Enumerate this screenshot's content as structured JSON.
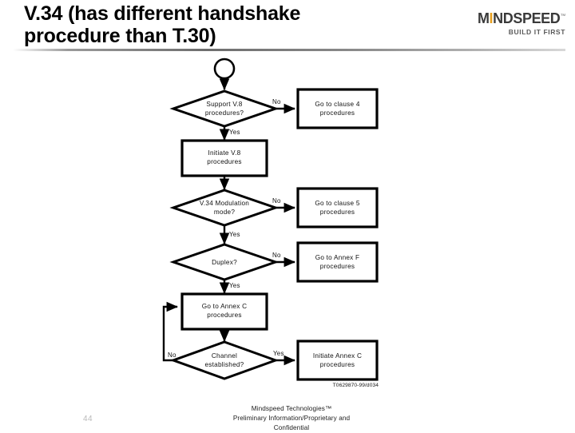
{
  "slide": {
    "title_line1": "V.34 (has different handshake",
    "title_line2": "procedure than T.30)",
    "page_number": "44"
  },
  "brand": {
    "word_m": "M",
    "word_i": "I",
    "word_rest": "NDSPEED",
    "trademark": "™",
    "tagline": "BUILD IT FIRST",
    "accent_color": "#e8a020",
    "text_color": "#3a3a3a"
  },
  "footer": {
    "line1": "Mindspeed Technologies™",
    "line2": "Preliminary Information/Proprietary and",
    "line3": "Confidential"
  },
  "flowchart": {
    "figure_tag": "T0629870-99/d034",
    "nodes": {
      "start": "",
      "d1": {
        "line1": "Support V.8",
        "line2": "procedures?"
      },
      "b1": {
        "line1": "Go to clause 4",
        "line2": "procedures"
      },
      "b2": {
        "line1": "Initiate V.8",
        "line2": "procedures"
      },
      "d2": {
        "line1": "V.34 Modulation",
        "line2": "mode?"
      },
      "b3": {
        "line1": "Go to clause 5",
        "line2": "procedures"
      },
      "d3": {
        "line1": "Duplex?",
        "line2": ""
      },
      "b4": {
        "line1": "Go to Annex F",
        "line2": "procedures"
      },
      "b5": {
        "line1": "Go to Annex C",
        "line2": "procedures"
      },
      "d4": {
        "line1": "Channel",
        "line2": "established?"
      },
      "b6": {
        "line1": "Initiate Annex C",
        "line2": "procedures"
      }
    },
    "edges": {
      "e1_no": "No",
      "e1_yes": "Yes",
      "e2_no": "No",
      "e2_yes": "Yes",
      "e3_no": "No",
      "e3_yes": "Yes",
      "e4_no": "No",
      "e4_yes": "Yes"
    }
  }
}
